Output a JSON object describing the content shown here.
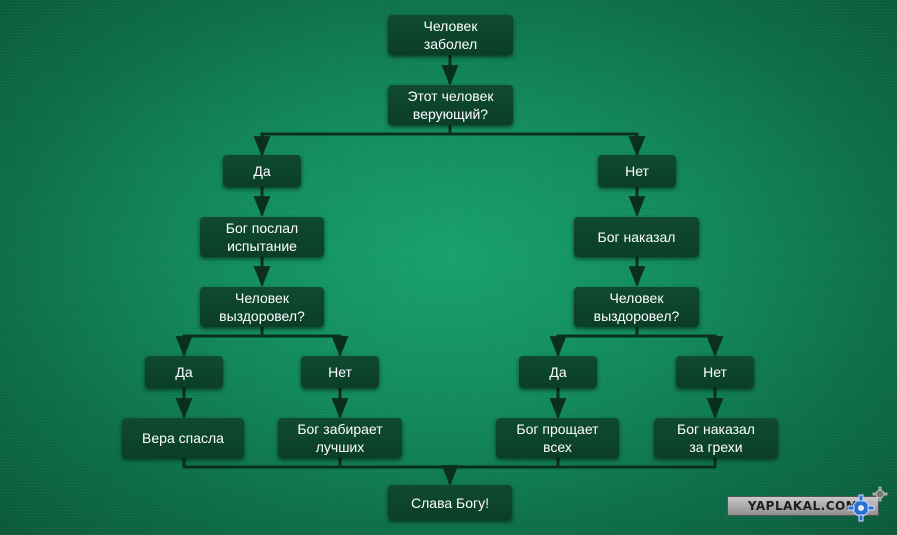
{
  "nodes": {
    "start": "Человек\nзаболел",
    "question_believer": "Этот человек\nверующий?",
    "yes_left": "Да",
    "no_right": "Нет",
    "test_sent": "Бог послал\nиспытание",
    "punished": "Бог наказал",
    "question_recovered_left": "Человек\nвыздоровел?",
    "question_recovered_right": "Человек\nвыздоровел?",
    "yes_ll": "Да",
    "no_lr": "Нет",
    "yes_rl": "Да",
    "no_rr": "Нет",
    "faith_saved": "Вера спасла",
    "takes_best": "Бог забирает\nлучших",
    "forgives_all": "Бог прощает\nвсех",
    "punished_for_sins": "Бог наказал\nза грехи",
    "end": "Слава Богу!"
  },
  "watermark": {
    "text": "YAPLAKAL.COM",
    "icon": "gear-icon"
  },
  "colors": {
    "node_fill": "#0d4430",
    "connector": "#0b2f1f",
    "text": "#ffffff"
  }
}
